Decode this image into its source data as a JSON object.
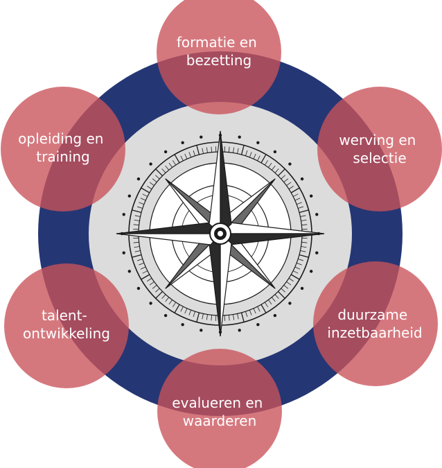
{
  "colors": {
    "ring": "#253674",
    "inner_disc": "#dcdcdc",
    "node_fill": "#c9525a",
    "ink": "#1a1a1a"
  },
  "nodes": [
    {
      "id": "formatie",
      "line1": "formatie en",
      "line2": "bezetting"
    },
    {
      "id": "werving",
      "line1": "werving en",
      "line2": "selectie"
    },
    {
      "id": "duurzame",
      "line1": "duurzame",
      "line2": "inzetbaarheid"
    },
    {
      "id": "evalueren",
      "line1": "evalueren en",
      "line2": "waarderen"
    },
    {
      "id": "talent",
      "line1": "talent-",
      "line2": "ontwikkeling"
    },
    {
      "id": "opleiding",
      "line1": "opleiding en",
      "line2": "training"
    }
  ],
  "center_icon": "compass-rose-icon"
}
